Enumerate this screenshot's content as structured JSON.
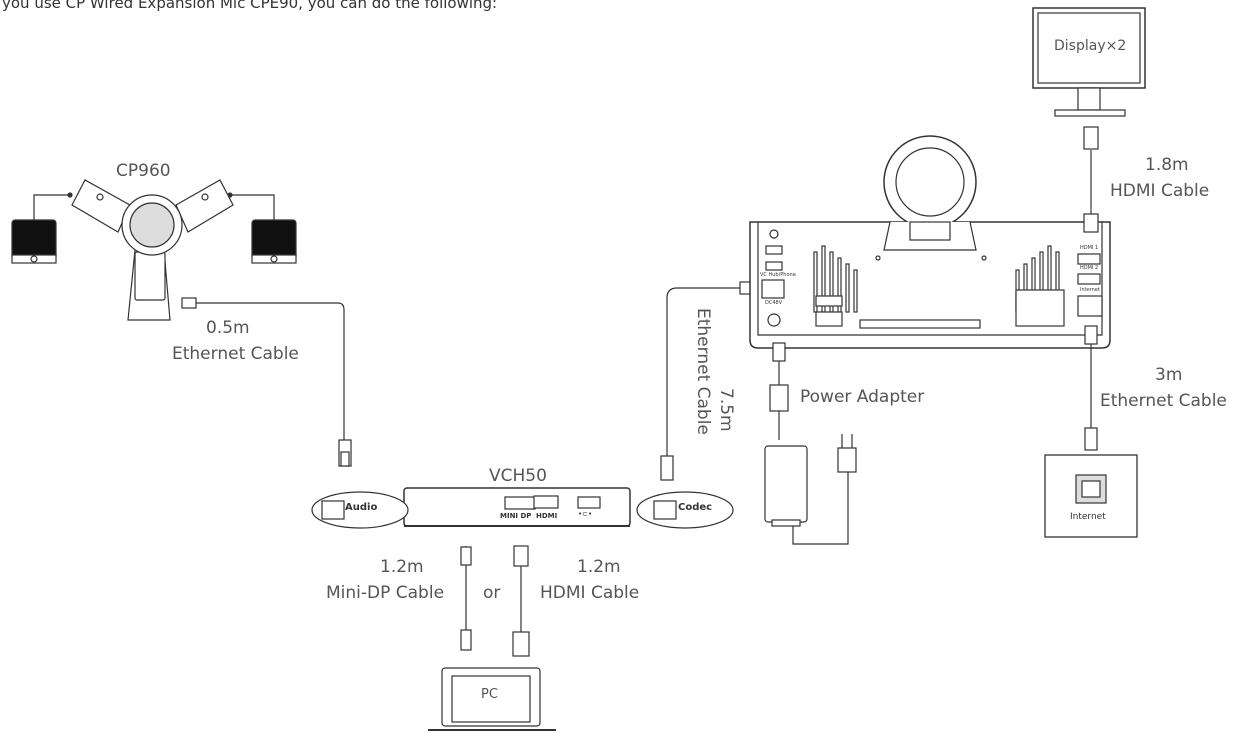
{
  "intro_text": "you use CP Wired Expansion Mic CPE90, you can do the following:",
  "devices": {
    "cp960": "CP960",
    "vch50": "VCH50",
    "display": "Display×2",
    "pc": "PC",
    "internet": "Internet"
  },
  "cables": {
    "eth_cp960_len": "0.5m",
    "eth_cp960_name": "Ethernet Cable",
    "eth_vch_len": "7.5m",
    "eth_vch_name": "Ethernet Cable",
    "hdmi_display_len": "1.8m",
    "hdmi_display_name": "HDMI Cable",
    "eth_internet_len": "3m",
    "eth_internet_name": "Ethernet Cable",
    "minidp_len": "1.2m",
    "minidp_name": "Mini-DP Cable",
    "or": "or",
    "hdmi_pc_len": "1.2m",
    "hdmi_pc_name": "HDMI Cable",
    "power": "Power Adapter"
  },
  "ports": {
    "audio": "Audio",
    "codec": "Codec",
    "mini_dp": "MINI DP",
    "hdmi": "HDMI",
    "usb": "•⊂•",
    "vc_hub": "VC Hub/Phone",
    "dc48v": "DC48V",
    "hdmi1": "HDMI 1",
    "hdmi2": "HDMI 2",
    "internet": "Internet"
  }
}
